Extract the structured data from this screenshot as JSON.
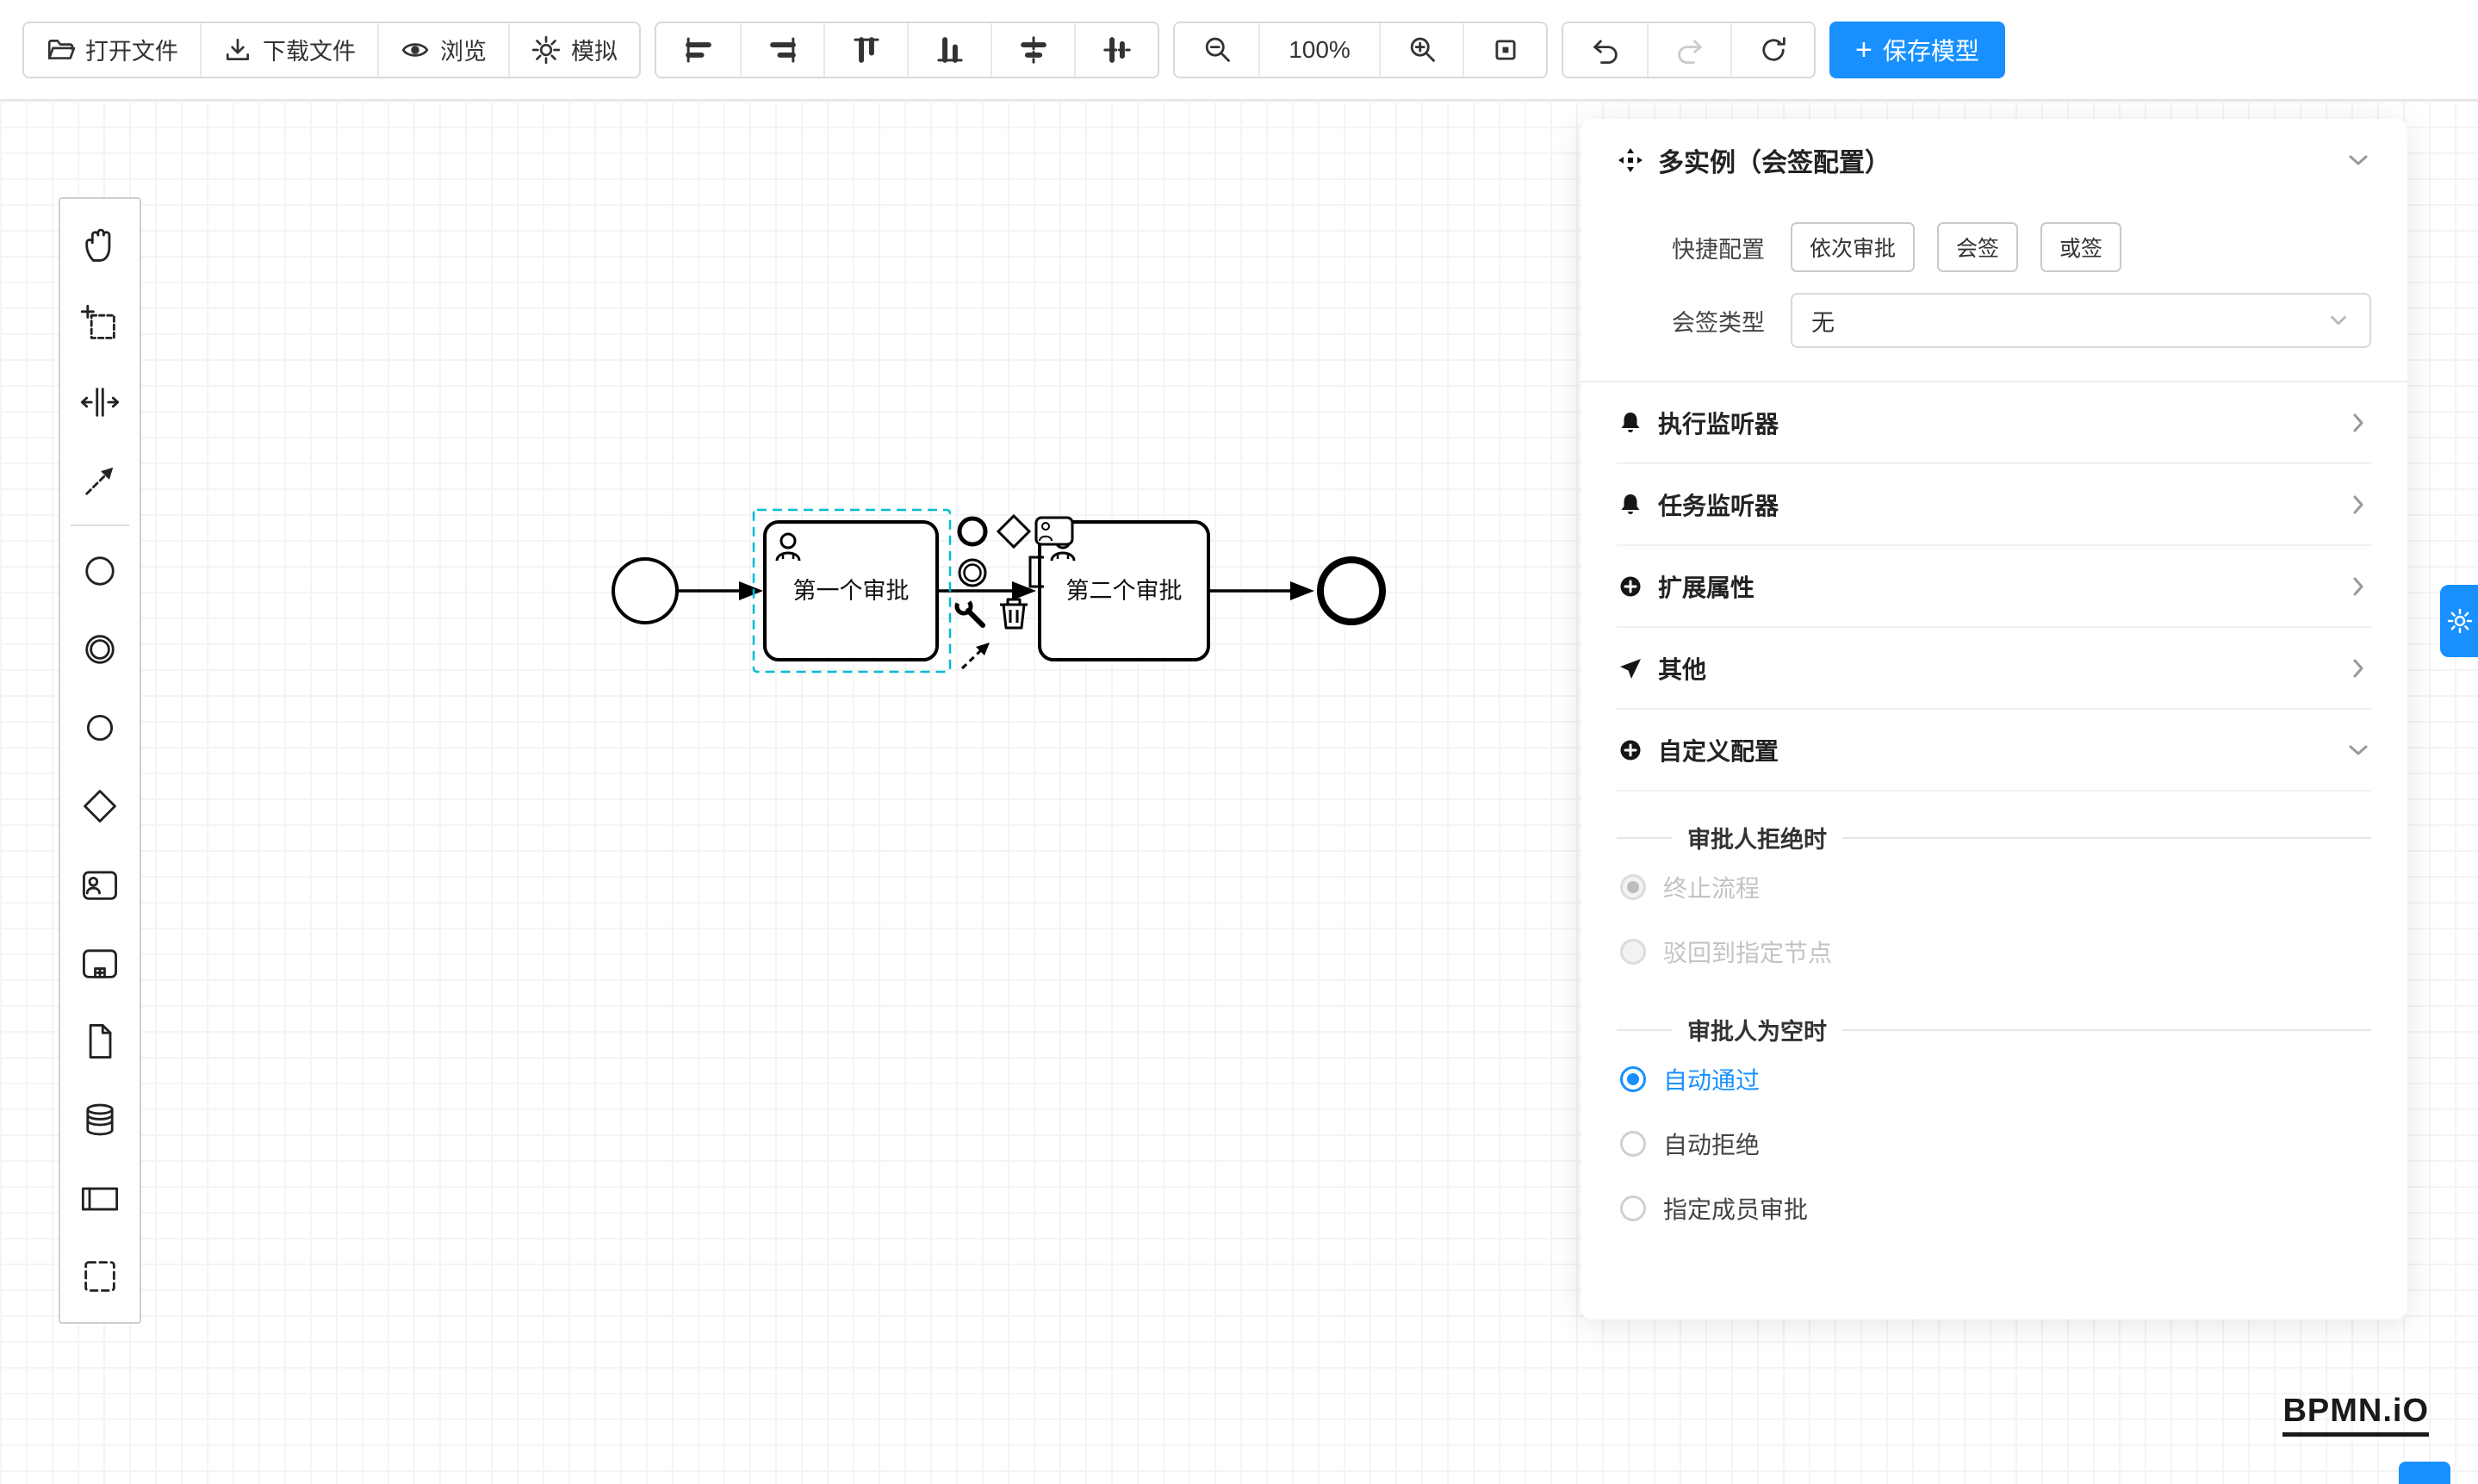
{
  "colors": {
    "accent": "#1890ff",
    "selection_outline": "#00bcd4",
    "diagram_stroke": "#000000"
  },
  "toolbar": {
    "file_buttons": [
      {
        "icon": "folder-open-icon",
        "label": "打开文件"
      },
      {
        "icon": "download-icon",
        "label": "下载文件"
      },
      {
        "icon": "eye-icon",
        "label": "浏览"
      },
      {
        "icon": "gear-icon",
        "label": "模拟"
      }
    ],
    "align_icons": [
      "align-left-icon",
      "align-right-icon",
      "align-top-icon",
      "align-bottom-icon",
      "align-center-horizontal-icon",
      "align-middle-vertical-icon"
    ],
    "zoom": {
      "out_icon": "zoom-out-icon",
      "level": "100%",
      "in_icon": "zoom-in-icon",
      "fit_icon": "fit-viewport-icon"
    },
    "history_icons": [
      "undo-icon",
      "redo-icon",
      "reset-icon"
    ],
    "save_button": {
      "plus": "+",
      "label": "保存模型"
    }
  },
  "palette": {
    "tools": [
      "hand-tool",
      "lasso-tool",
      "space-tool",
      "global-connect-tool"
    ],
    "elements": [
      "create-start-event",
      "create-intermediate-event",
      "create-end-event",
      "create-gateway",
      "create-user-task",
      "create-subprocess",
      "create-data-object",
      "create-data-store",
      "create-participant",
      "create-group"
    ]
  },
  "canvas": {
    "tasks": [
      {
        "label": "第一个审批",
        "selected": true
      },
      {
        "label": "第二个审批",
        "selected": false
      }
    ],
    "context_pad_icons": [
      "append-end-event",
      "append-gateway",
      "append-task",
      "append-intermediate-event",
      "append-text-annotation",
      "replace-wrench",
      "delete-trash",
      "connect-arrow"
    ],
    "logo": "BPMN.iO"
  },
  "panel": {
    "title": "多实例（会签配置）",
    "quick_config": {
      "label": "快捷配置",
      "buttons": [
        {
          "label": "依次审批"
        },
        {
          "label": "会签"
        },
        {
          "label": "或签"
        }
      ]
    },
    "sign_type": {
      "label": "会签类型",
      "value": "无"
    },
    "rows": [
      {
        "icon": "bell-icon",
        "label": "执行监听器"
      },
      {
        "icon": "bell-icon",
        "label": "任务监听器"
      },
      {
        "icon": "plus-circle-icon",
        "label": "扩展属性"
      },
      {
        "icon": "send-icon",
        "label": "其他"
      },
      {
        "icon": "plus-circle-icon",
        "label": "自定义配置"
      }
    ],
    "custom": {
      "reject_heading": "审批人拒绝时",
      "reject_options": [
        {
          "label": "终止流程",
          "selected": true,
          "disabled": true
        },
        {
          "label": "驳回到指定节点",
          "selected": false,
          "disabled": true
        }
      ],
      "empty_heading": "审批人为空时",
      "empty_options": [
        {
          "label": "自动通过",
          "selected": true
        },
        {
          "label": "自动拒绝",
          "selected": false
        },
        {
          "label": "指定成员审批",
          "selected": false
        }
      ]
    }
  }
}
